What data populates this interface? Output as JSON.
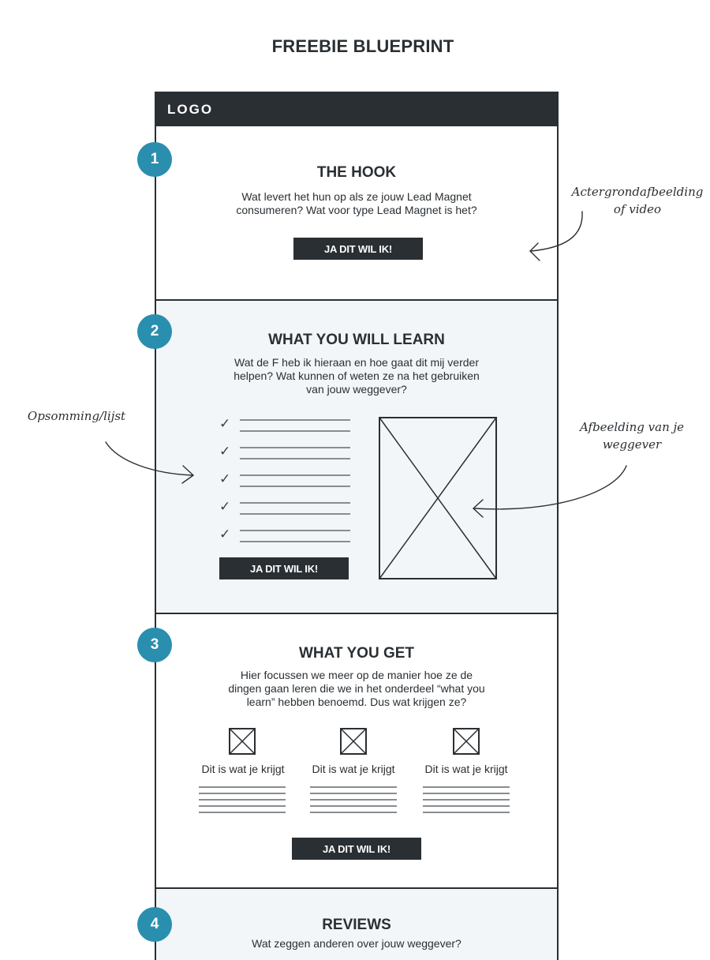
{
  "page_title": "FREEBIE BLUEPRINT",
  "header": {
    "logo": "LOGO"
  },
  "sections": [
    {
      "number": "1",
      "title": "THE HOOK",
      "description": "Wat levert het hun op als ze jouw Lead Magnet consumeren? Wat voor type Lead Magnet is het?",
      "cta": "JA DIT WIL IK!"
    },
    {
      "number": "2",
      "title": "WHAT YOU WILL LEARN",
      "description": "Wat de F heb ik hieraan en hoe gaat dit mij verder helpen? Wat kunnen of weten ze na het gebruiken van jouw weggever?",
      "cta": "JA DIT WIL IK!",
      "checklist_count": 5
    },
    {
      "number": "3",
      "title": "WHAT YOU GET",
      "description": "Hier focussen we meer op de manier hoe ze de dingen gaan leren die we in het onderdeel “what you learn” hebben benoemd. Dus wat krijgen ze?",
      "benefits": [
        "Dit is wat je krijgt",
        "Dit is wat je krijgt",
        "Dit is wat je krijgt"
      ],
      "cta": "JA DIT WIL IK!"
    },
    {
      "number": "4",
      "title": "REVIEWS",
      "description": "Wat zeggen  anderen over jouw weggever?"
    }
  ],
  "annotations": {
    "background": "Actergrondafbeelding of video",
    "list": "Opsomming/lijst",
    "image": "Afbeelding van je weggever"
  },
  "colors": {
    "dark": "#2a2f33",
    "accent": "#2a8fae",
    "light_bg": "#f2f6f9"
  }
}
